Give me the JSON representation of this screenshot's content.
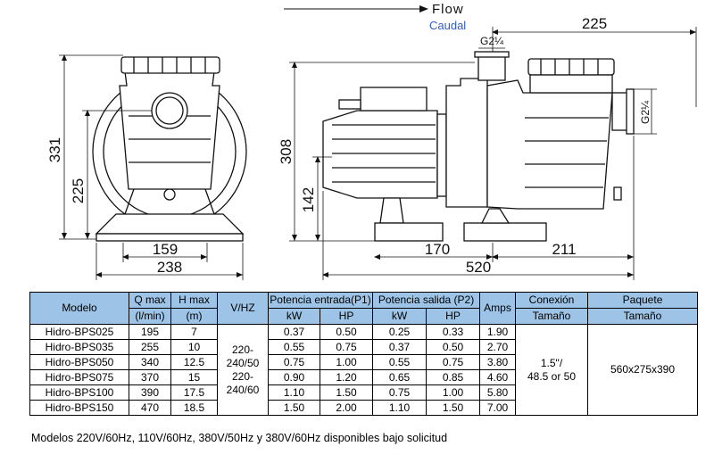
{
  "flow": {
    "label": "Flow",
    "sublabel": "Caudal"
  },
  "dimensions": {
    "front_height_total": "331",
    "front_height_axis": "225",
    "front_width_inner": "159",
    "front_width_total": "238",
    "side_height_total": "308",
    "side_height_axis": "142",
    "side_width_motor": "170",
    "side_width_pump": "211",
    "side_width_total": "520",
    "side_top_width": "225",
    "thread_top": "G2¼",
    "thread_side": "G2¼"
  },
  "table": {
    "headers": {
      "modelo": "Modelo",
      "qmax": "Q max",
      "qmax_unit": "(l/min)",
      "hmax": "H max",
      "hmax_unit": "(m)",
      "vhz": "V/HZ",
      "p1": "Potencia entrada(P1)",
      "p2": "Potencia salida (P2)",
      "amps": "Amps",
      "conexion": "Conexión",
      "conexion_sub": "Tamaño",
      "paquete": "Paquete",
      "paquete_sub": "Tamaño",
      "kw": "kW",
      "hp": "HP"
    },
    "rows": [
      {
        "modelo": "Hidro-BPS025",
        "q": "195",
        "h": "7",
        "p1kw": "0.37",
        "p1hp": "0.50",
        "p2kw": "0.25",
        "p2hp": "0.33",
        "amps": "1.90"
      },
      {
        "modelo": "Hidro-BPS035",
        "q": "255",
        "h": "10",
        "p1kw": "0.55",
        "p1hp": "0.75",
        "p2kw": "0.37",
        "p2hp": "0.50",
        "amps": "2.70"
      },
      {
        "modelo": "Hidro-BPS050",
        "q": "340",
        "h": "12.5",
        "p1kw": "0.75",
        "p1hp": "1.00",
        "p2kw": "0.55",
        "p2hp": "0.75",
        "amps": "3.80"
      },
      {
        "modelo": "Hidro-BPS075",
        "q": "370",
        "h": "15",
        "p1kw": "0.90",
        "p1hp": "1.20",
        "p2kw": "0.65",
        "p2hp": "0.85",
        "amps": "4.60"
      },
      {
        "modelo": "Hidro-BPS100",
        "q": "390",
        "h": "17.5",
        "p1kw": "1.10",
        "p1hp": "1.50",
        "p2kw": "0.75",
        "p2hp": "1.00",
        "amps": "5.80"
      },
      {
        "modelo": "Hidro-BPS150",
        "q": "470",
        "h": "18.5",
        "p1kw": "1.50",
        "p1hp": "2.00",
        "p2kw": "1.10",
        "p2hp": "1.50",
        "amps": "7.00"
      }
    ],
    "vhz_lines": [
      "220-",
      "240/50",
      "220-",
      "240/60"
    ],
    "conexion_lines": [
      "1.5\"/",
      "48.5 or 50"
    ],
    "paquete_value": "560x275x390"
  },
  "footnote": "Modelos 220V/60Hz, 110V/60Hz, 380V/50Hz y 380V/60Hz disponibles bajo solicitud"
}
